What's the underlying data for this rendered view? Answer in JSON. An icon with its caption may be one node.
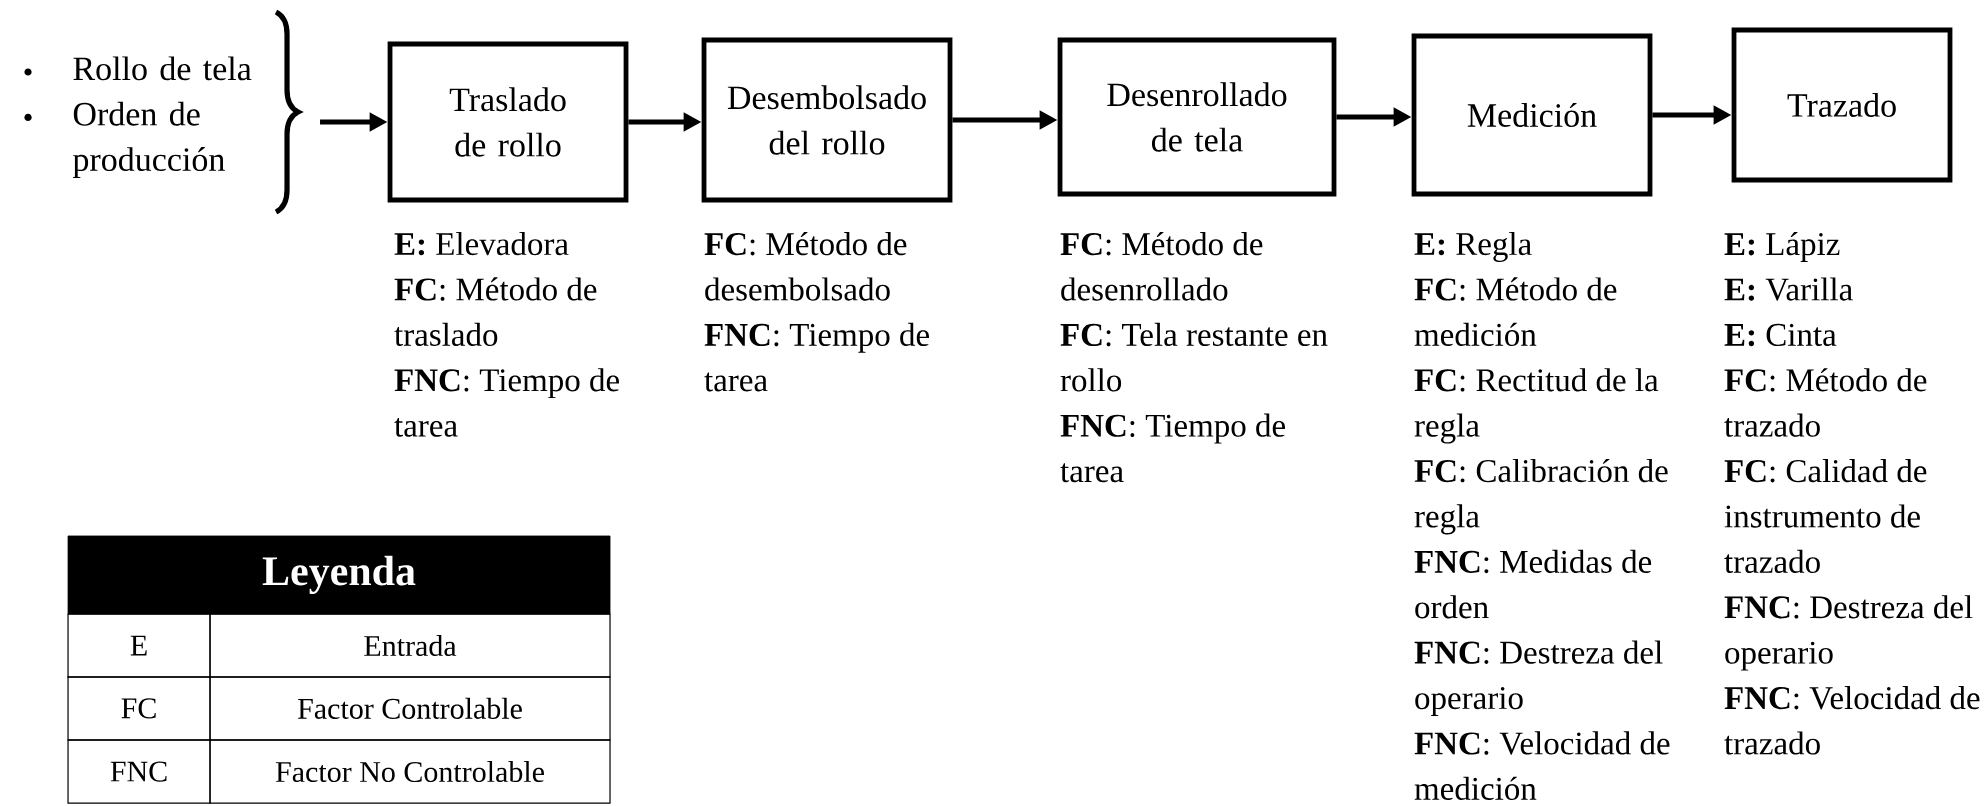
{
  "diagram": {
    "nodes": [
      {
        "text": [
          "Rollo de tela",
          "Orden de producción"
        ]
      },
      {
        "text": [
          "Traslado de rollo"
        ],
        "beside": [
          "**E:** Elevadora",
          "**FC**: Método de traslado",
          "**FNC**: Tiempo de tarea"
        ]
      },
      {
        "text": [
          "Desembolsado del rollo"
        ],
        "beside": [
          "**FC**: Método de desembolsado",
          "**FNC**: Tiempo de tarea"
        ]
      },
      {
        "text": [
          "Desenrollado de tela"
        ],
        "beside": [
          "**FC**: Método de desenrollado",
          "**FC**: Tela restante en rollo",
          "**FNC**: Tiempo de tarea"
        ]
      },
      {
        "text": [
          "Medición"
        ],
        "beside": [
          "**E:** Regla",
          "**FC**: Método de medición",
          "**FC**: Rectitud de la regla",
          "**FC**: Calibración de regla",
          "**FNC**: Medidas de orden",
          "**FNC**: Destreza del operario",
          "**FNC**: Velocidad de medición"
        ]
      },
      {
        "text": [
          "Trazado"
        ],
        "beside": [
          "**E:** Lápiz",
          "**E:** Varilla",
          "**E:** Cinta",
          "**FC**: Método de trazado",
          "**FC**: Calidad de instrumento de trazado",
          "**FNC**: Destreza del operario",
          "**FNC**: Velocidad de trazado"
        ]
      }
    ],
    "edges": [
      {
        "from": 0,
        "to": 1,
        "arrow": "to"
      },
      {
        "from": 1,
        "to": 2,
        "arrow": "to"
      },
      {
        "from": 2,
        "to": 3,
        "arrow": "to"
      },
      {
        "from": 3,
        "to": 4,
        "arrow": "to"
      },
      {
        "from": 4,
        "to": 5,
        "arrow": "to"
      }
    ],
    "labels": [
      "Leyenda",
      "E",
      "Entrada",
      "FC",
      "Factor Controlable",
      "FNC",
      "Factor No Controlable"
    ]
  }
}
